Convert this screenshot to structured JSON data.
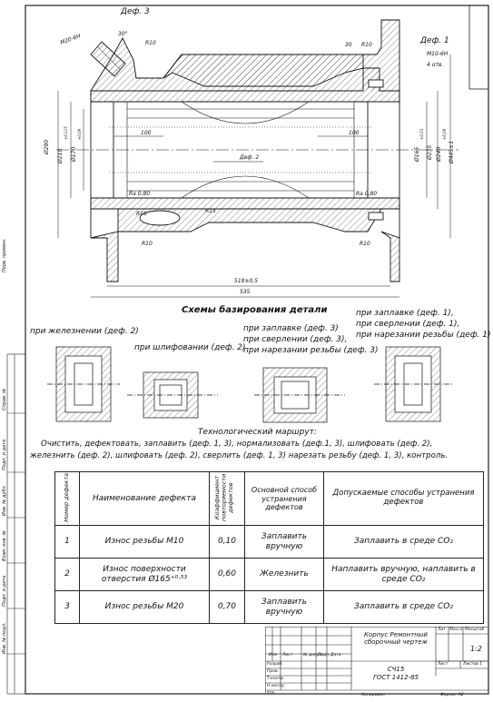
{
  "drawing": {
    "labels": {
      "def3": "Деф. 3",
      "m20": "M20-6H",
      "deg30a": "30°",
      "r10a": "R10",
      "num30": "30",
      "r10b": "R10",
      "def1": "Деф. 1",
      "m10": "M10-6H",
      "holes": "4 отв.",
      "d290": "Ø290",
      "d210": "Ø210",
      "d210tol": "+0,115",
      "d170": "Ø170",
      "d170tol": "+0,09",
      "len100a": "100",
      "len100b": "100",
      "def2": "Деф. 2",
      "ra1": "Ra 0,80",
      "ra2": "Ra 0,80",
      "r16": "R16",
      "r15": "R15",
      "r10c": "R10",
      "r10d": "R10",
      "d165": "Ø165",
      "d165tol": "+0,53",
      "d235": "Ø235",
      "d240": "Ø240",
      "d240tol": "+0,09",
      "d445": "Ø445±1",
      "len518": "518±0,5",
      "len535": "535"
    }
  },
  "schemes": {
    "title": "Схемы базирования детали",
    "s1": "при железнении (деф. 2)",
    "s2": "при шлифовании (деф. 2)",
    "s3a": "при заплавке (деф. 3)",
    "s3b": "при сверлении (деф. 3),",
    "s3c": "при нарезании резьбы (деф. 3)",
    "s4a": "при заплавке (деф. 1),",
    "s4b": "при сверлении (деф. 1),",
    "s4c": "при нарезании резьбы (деф. 1)"
  },
  "route": {
    "title": "Технологический маршрут:",
    "line1": "Очистить, дефектовать, заплавить (деф. 1, 3), нормализовать (деф.1, 3), шлифовать (деф. 2),",
    "line2": "железнить (деф. 2), шлифовать (деф. 2), сверлить (деф. 1, 3) нарезать резьбу (деф. 1, 3), контроль."
  },
  "table": {
    "headers": {
      "num": "Номер дефекта",
      "name": "Наименование дефекта",
      "coef": "Коэффициент повторяемости дефектов",
      "main": "Основной способ устранения дефектов",
      "allowed": "Допускаемые способы устранения дефектов"
    },
    "rows": [
      {
        "num": "1",
        "name": "Износ резьбы М10",
        "coef": "0,10",
        "main": "Заплавить вручную",
        "allowed": "Заплавить в среде CO₂"
      },
      {
        "num": "2",
        "name": "Износ поверхности отверстия Ø165⁺⁰·⁵³",
        "coef": "0,60",
        "main": "Железнить",
        "allowed": "Наплавить вручную, наплавить в среде CO₂"
      },
      {
        "num": "3",
        "name": "Износ резьбы М20",
        "coef": "0,70",
        "main": "Заплавить вручную",
        "allowed": "Заплавить в среде CO₂"
      }
    ]
  },
  "titleblock": {
    "name": "Корпус Ремонтный сборочный чертеж",
    "mass_hdr": "Масса",
    "lit_hdr": "Лит",
    "scale_hdr": "Масштаб",
    "scale": "1:2",
    "sheet": "Лист",
    "sheets": "Листов 1",
    "org1": "СЧ15",
    "org2": "ГОСТ 1412-85",
    "copied": "Копировал",
    "format": "Формат А2",
    "izm": "Изм",
    "list": "Лист",
    "ndoc": "№ докум.",
    "podp": "Подп.",
    "data": "Дата",
    "razrab": "Разраб.",
    "prov": "Пров.",
    "tkontr": "Т.контр.",
    "nkontr": "Н.контр.",
    "utv": "Утв."
  },
  "sidebar": {
    "s1": "Перв. примен.",
    "s2": "Справ. №",
    "s3": "Подп. и дата",
    "s4": "Инв. № дубл.",
    "s5": "Взам. инв. №",
    "s6": "Подп. и дата",
    "s7": "Инв. № подл."
  }
}
